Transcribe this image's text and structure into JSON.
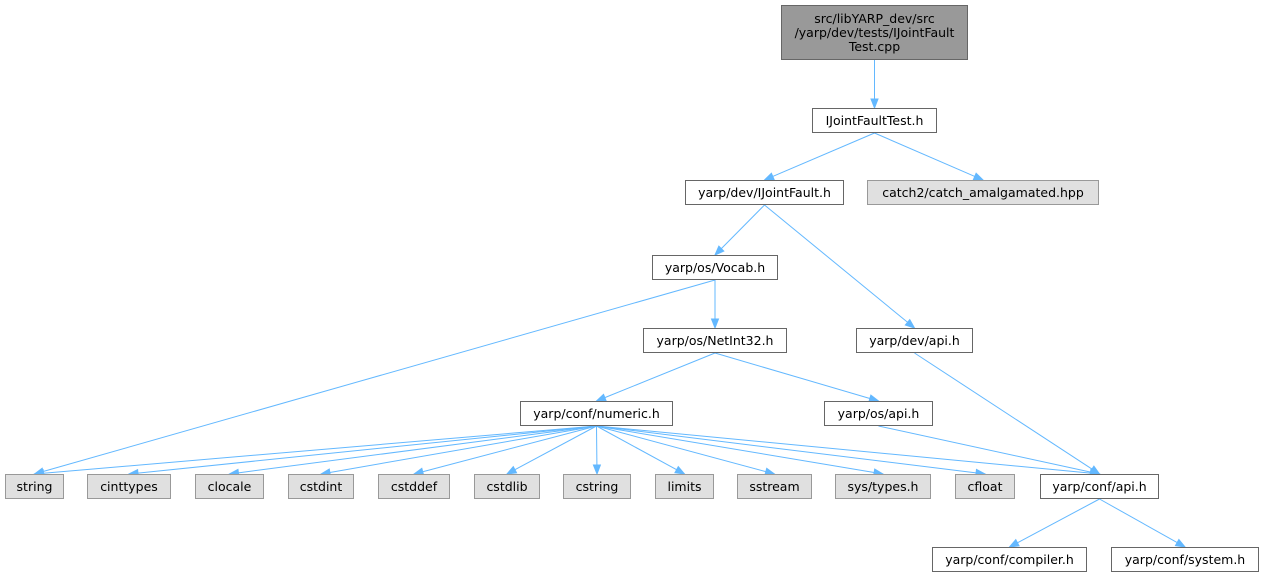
{
  "nodes": {
    "root": "src/libYARP_dev/src\n/yarp/dev/tests/IJointFault\nTest.cpp",
    "ijointfaulttest_h": "IJointFaultTest.h",
    "ijointfault_h": "yarp/dev/IJointFault.h",
    "catch2": "catch2/catch_amalgamated.hpp",
    "vocab_h": "yarp/os/Vocab.h",
    "netint32_h": "yarp/os/NetInt32.h",
    "dev_api_h": "yarp/dev/api.h",
    "numeric_h": "yarp/conf/numeric.h",
    "os_api_h": "yarp/os/api.h",
    "string": "string",
    "cinttypes": "cinttypes",
    "clocale": "clocale",
    "cstdint": "cstdint",
    "cstddef": "cstddef",
    "cstdlib": "cstdlib",
    "cstring": "cstring",
    "limits": "limits",
    "sstream": "sstream",
    "sys_types_h": "sys/types.h",
    "cfloat": "cfloat",
    "conf_api_h": "yarp/conf/api.h",
    "compiler_h": "yarp/conf/compiler.h",
    "system_h": "yarp/conf/system.h"
  },
  "edges": [
    [
      "root",
      "ijointfaulttest_h"
    ],
    [
      "ijointfaulttest_h",
      "ijointfault_h"
    ],
    [
      "ijointfaulttest_h",
      "catch2"
    ],
    [
      "ijointfault_h",
      "vocab_h"
    ],
    [
      "ijointfault_h",
      "dev_api_h"
    ],
    [
      "vocab_h",
      "netint32_h"
    ],
    [
      "vocab_h",
      "string"
    ],
    [
      "netint32_h",
      "numeric_h"
    ],
    [
      "netint32_h",
      "os_api_h"
    ],
    [
      "dev_api_h",
      "conf_api_h"
    ],
    [
      "os_api_h",
      "conf_api_h"
    ],
    [
      "numeric_h",
      "string"
    ],
    [
      "numeric_h",
      "cinttypes"
    ],
    [
      "numeric_h",
      "clocale"
    ],
    [
      "numeric_h",
      "cstdint"
    ],
    [
      "numeric_h",
      "cstddef"
    ],
    [
      "numeric_h",
      "cstdlib"
    ],
    [
      "numeric_h",
      "cstring"
    ],
    [
      "numeric_h",
      "limits"
    ],
    [
      "numeric_h",
      "sstream"
    ],
    [
      "numeric_h",
      "sys_types_h"
    ],
    [
      "numeric_h",
      "cfloat"
    ],
    [
      "numeric_h",
      "conf_api_h"
    ],
    [
      "conf_api_h",
      "compiler_h"
    ],
    [
      "conf_api_h",
      "system_h"
    ]
  ],
  "colors": {
    "edge": "#63b8ff",
    "focus_fill": "#999999",
    "system_fill": "#e0e0e0",
    "local_fill": "#ffffff"
  }
}
